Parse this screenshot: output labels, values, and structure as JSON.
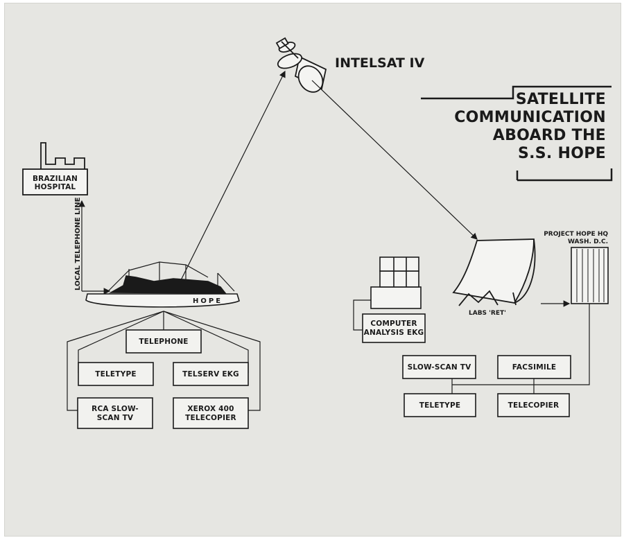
{
  "title": {
    "line1": "SATELLITE",
    "line2": "COMMUNICATION",
    "line3": "ABOARD THE",
    "line4": "S.S. HOPE"
  },
  "satellite": {
    "label": "INTELSAT IV",
    "icon": "satellite-icon"
  },
  "ship": {
    "name": "HOPE",
    "icon": "ship-icon"
  },
  "hospital": {
    "label_line1": "BRAZILIAN",
    "label_line2": "HOSPITAL",
    "icon": "factory-icon"
  },
  "telephone_line": {
    "label": "LOCAL TELEPHONE LINE"
  },
  "ship_equipment": {
    "telephone": "TELEPHONE",
    "teletype": "TELETYPE",
    "telserv_ekg": "TELSERV EKG",
    "rca_line1": "RCA SLOW-",
    "rca_line2": "SCAN TV",
    "xerox_line1": "XEROX 400",
    "xerox_line2": "TELECOPIER"
  },
  "ground_station": {
    "label": "LABS 'RET'",
    "icon": "dish-antenna-icon"
  },
  "computer": {
    "label_line1": "COMPUTER",
    "label_line2": "ANALYSIS EKG",
    "icon": "computer-icon"
  },
  "hq": {
    "label_line1": "PROJECT HOPE HQ",
    "label_line2": "WASH. D.C.",
    "icon": "building-icon"
  },
  "hq_equipment": {
    "slow_scan": "SLOW-SCAN TV",
    "facsimile": "FACSIMILE",
    "teletype": "TELETYPE",
    "telecopier": "TELECOPIER"
  },
  "colors": {
    "background": "#e6e6e2",
    "ink": "#1a1a1a"
  }
}
